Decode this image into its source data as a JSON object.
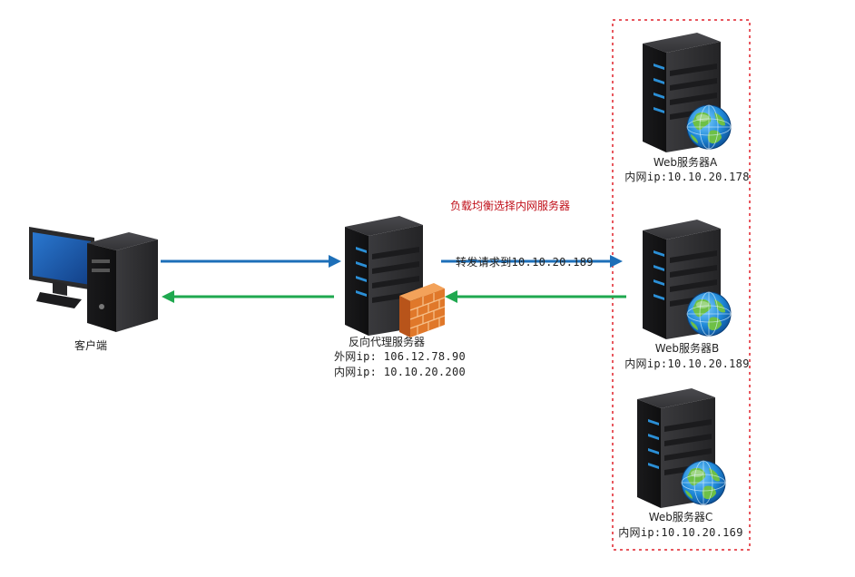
{
  "client": {
    "label": "客户端"
  },
  "proxy": {
    "name": "反向代理服务器",
    "external_ip_label": "外网ip: 106.12.78.90",
    "internal_ip_label": "内网ip: 10.10.20.200"
  },
  "annotations": {
    "load_balance": "负载均衡选择内网服务器",
    "forward": "转发请求到10.10.20.189"
  },
  "servers": [
    {
      "name": "Web服务器A",
      "ip_label": "内网ip:10.10.20.178"
    },
    {
      "name": "Web服务器B",
      "ip_label": "内网ip:10.10.20.189"
    },
    {
      "name": "Web服务器C",
      "ip_label": "内网ip:10.10.20.169"
    }
  ],
  "colors": {
    "request_arrow": "#1d6fb8",
    "response_arrow": "#1fa84f",
    "server_group_border": "#e0202a",
    "annotation_text": "#c0101a",
    "server_body": "#2e2e30",
    "server_led": "#2b8fd6",
    "monitor_screen": "#1e5fb0",
    "firewall": "#e0782a"
  },
  "icons": {
    "client": "desktop-computer-icon",
    "proxy": "server-tower-icon",
    "firewall": "firewall-icon",
    "web_server": "server-tower-icon",
    "globe": "globe-icon"
  }
}
